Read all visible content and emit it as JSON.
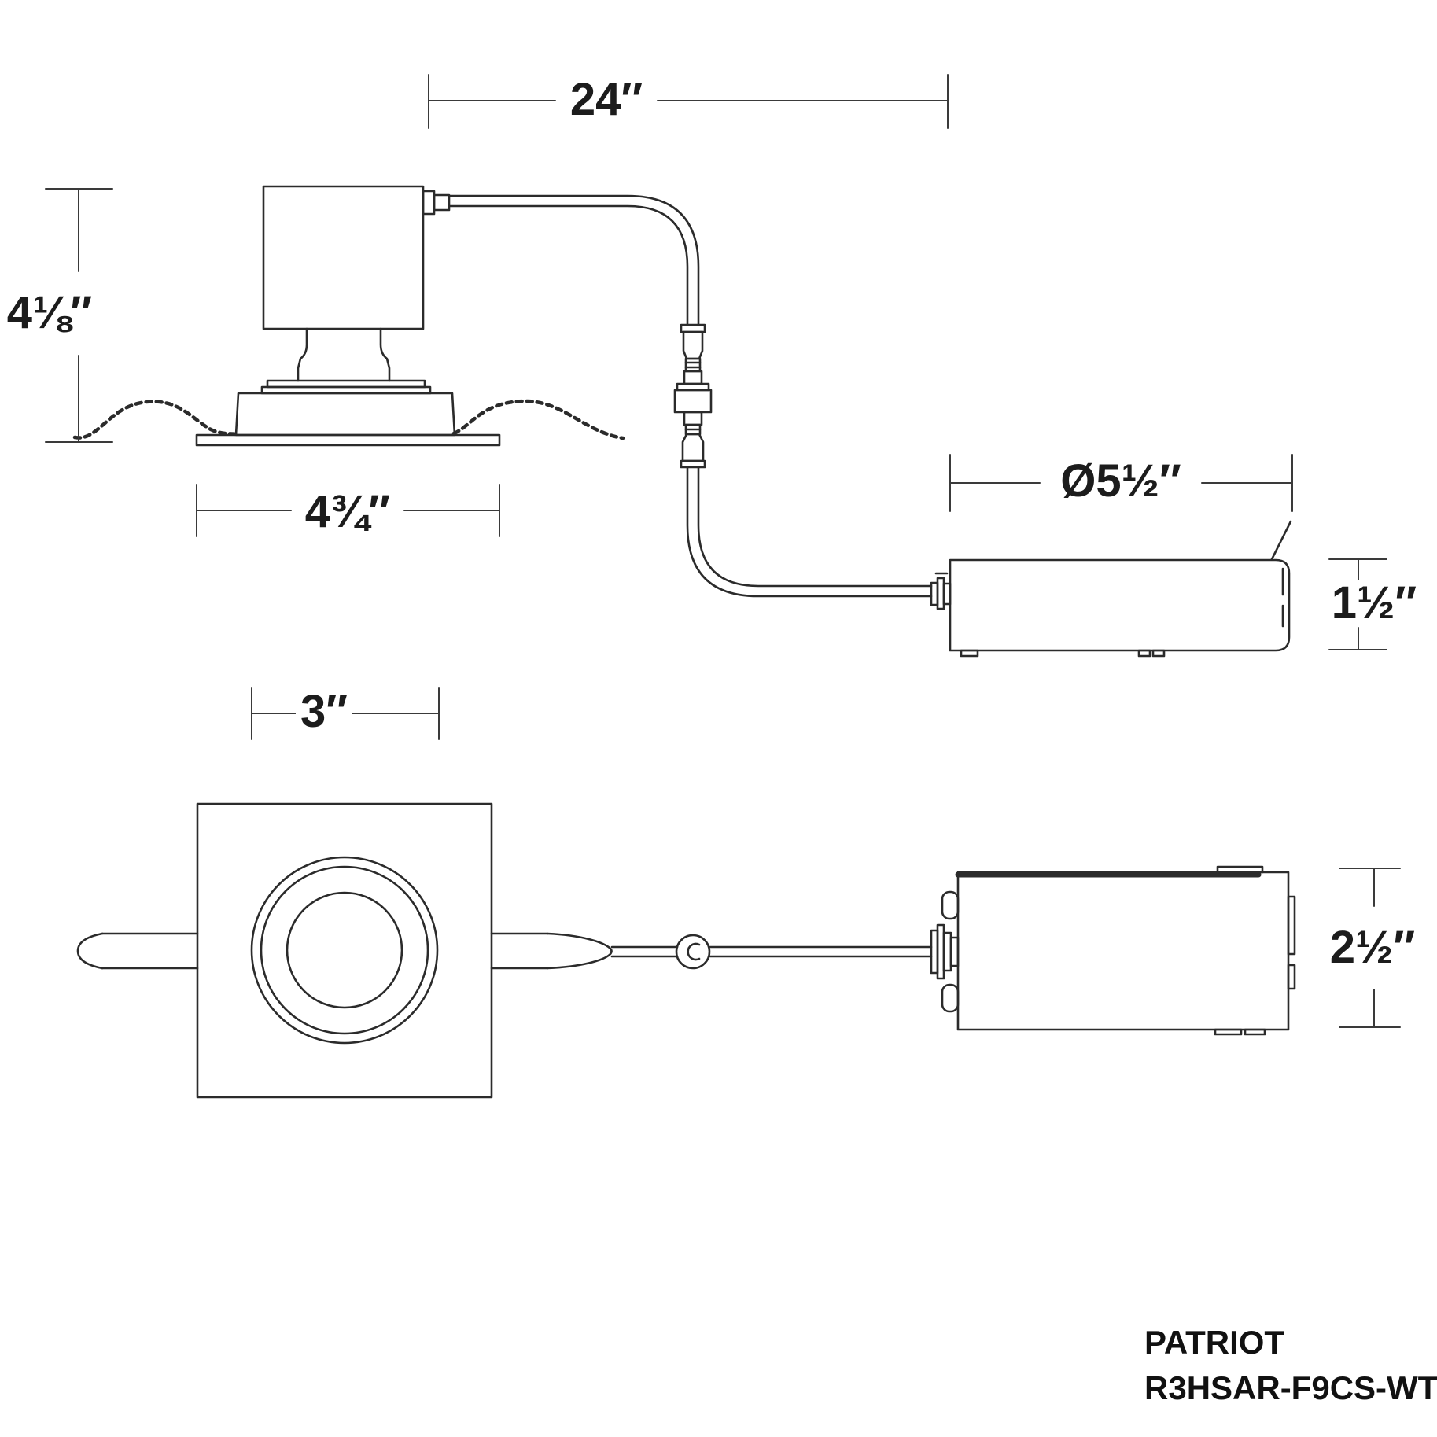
{
  "drawing": {
    "title": "Recessed downlight installation dimension drawing",
    "product": {
      "name": "PATRIOT",
      "model": "R3HSAR-F9CS-WT"
    },
    "dimensions": {
      "cable_length": "24″",
      "housing_height": "4⅛″",
      "trim_flange_width": "4¾″",
      "driver_diameter": "Ø5½″",
      "driver_height_side": "1½″",
      "trim_face_width": "3″",
      "driver_height_top": "2½″"
    },
    "colors": {
      "line": "#2b2b2b",
      "dim_line": "#3a3a3a",
      "text": "#1c1c1c",
      "background": "#ffffff"
    }
  }
}
